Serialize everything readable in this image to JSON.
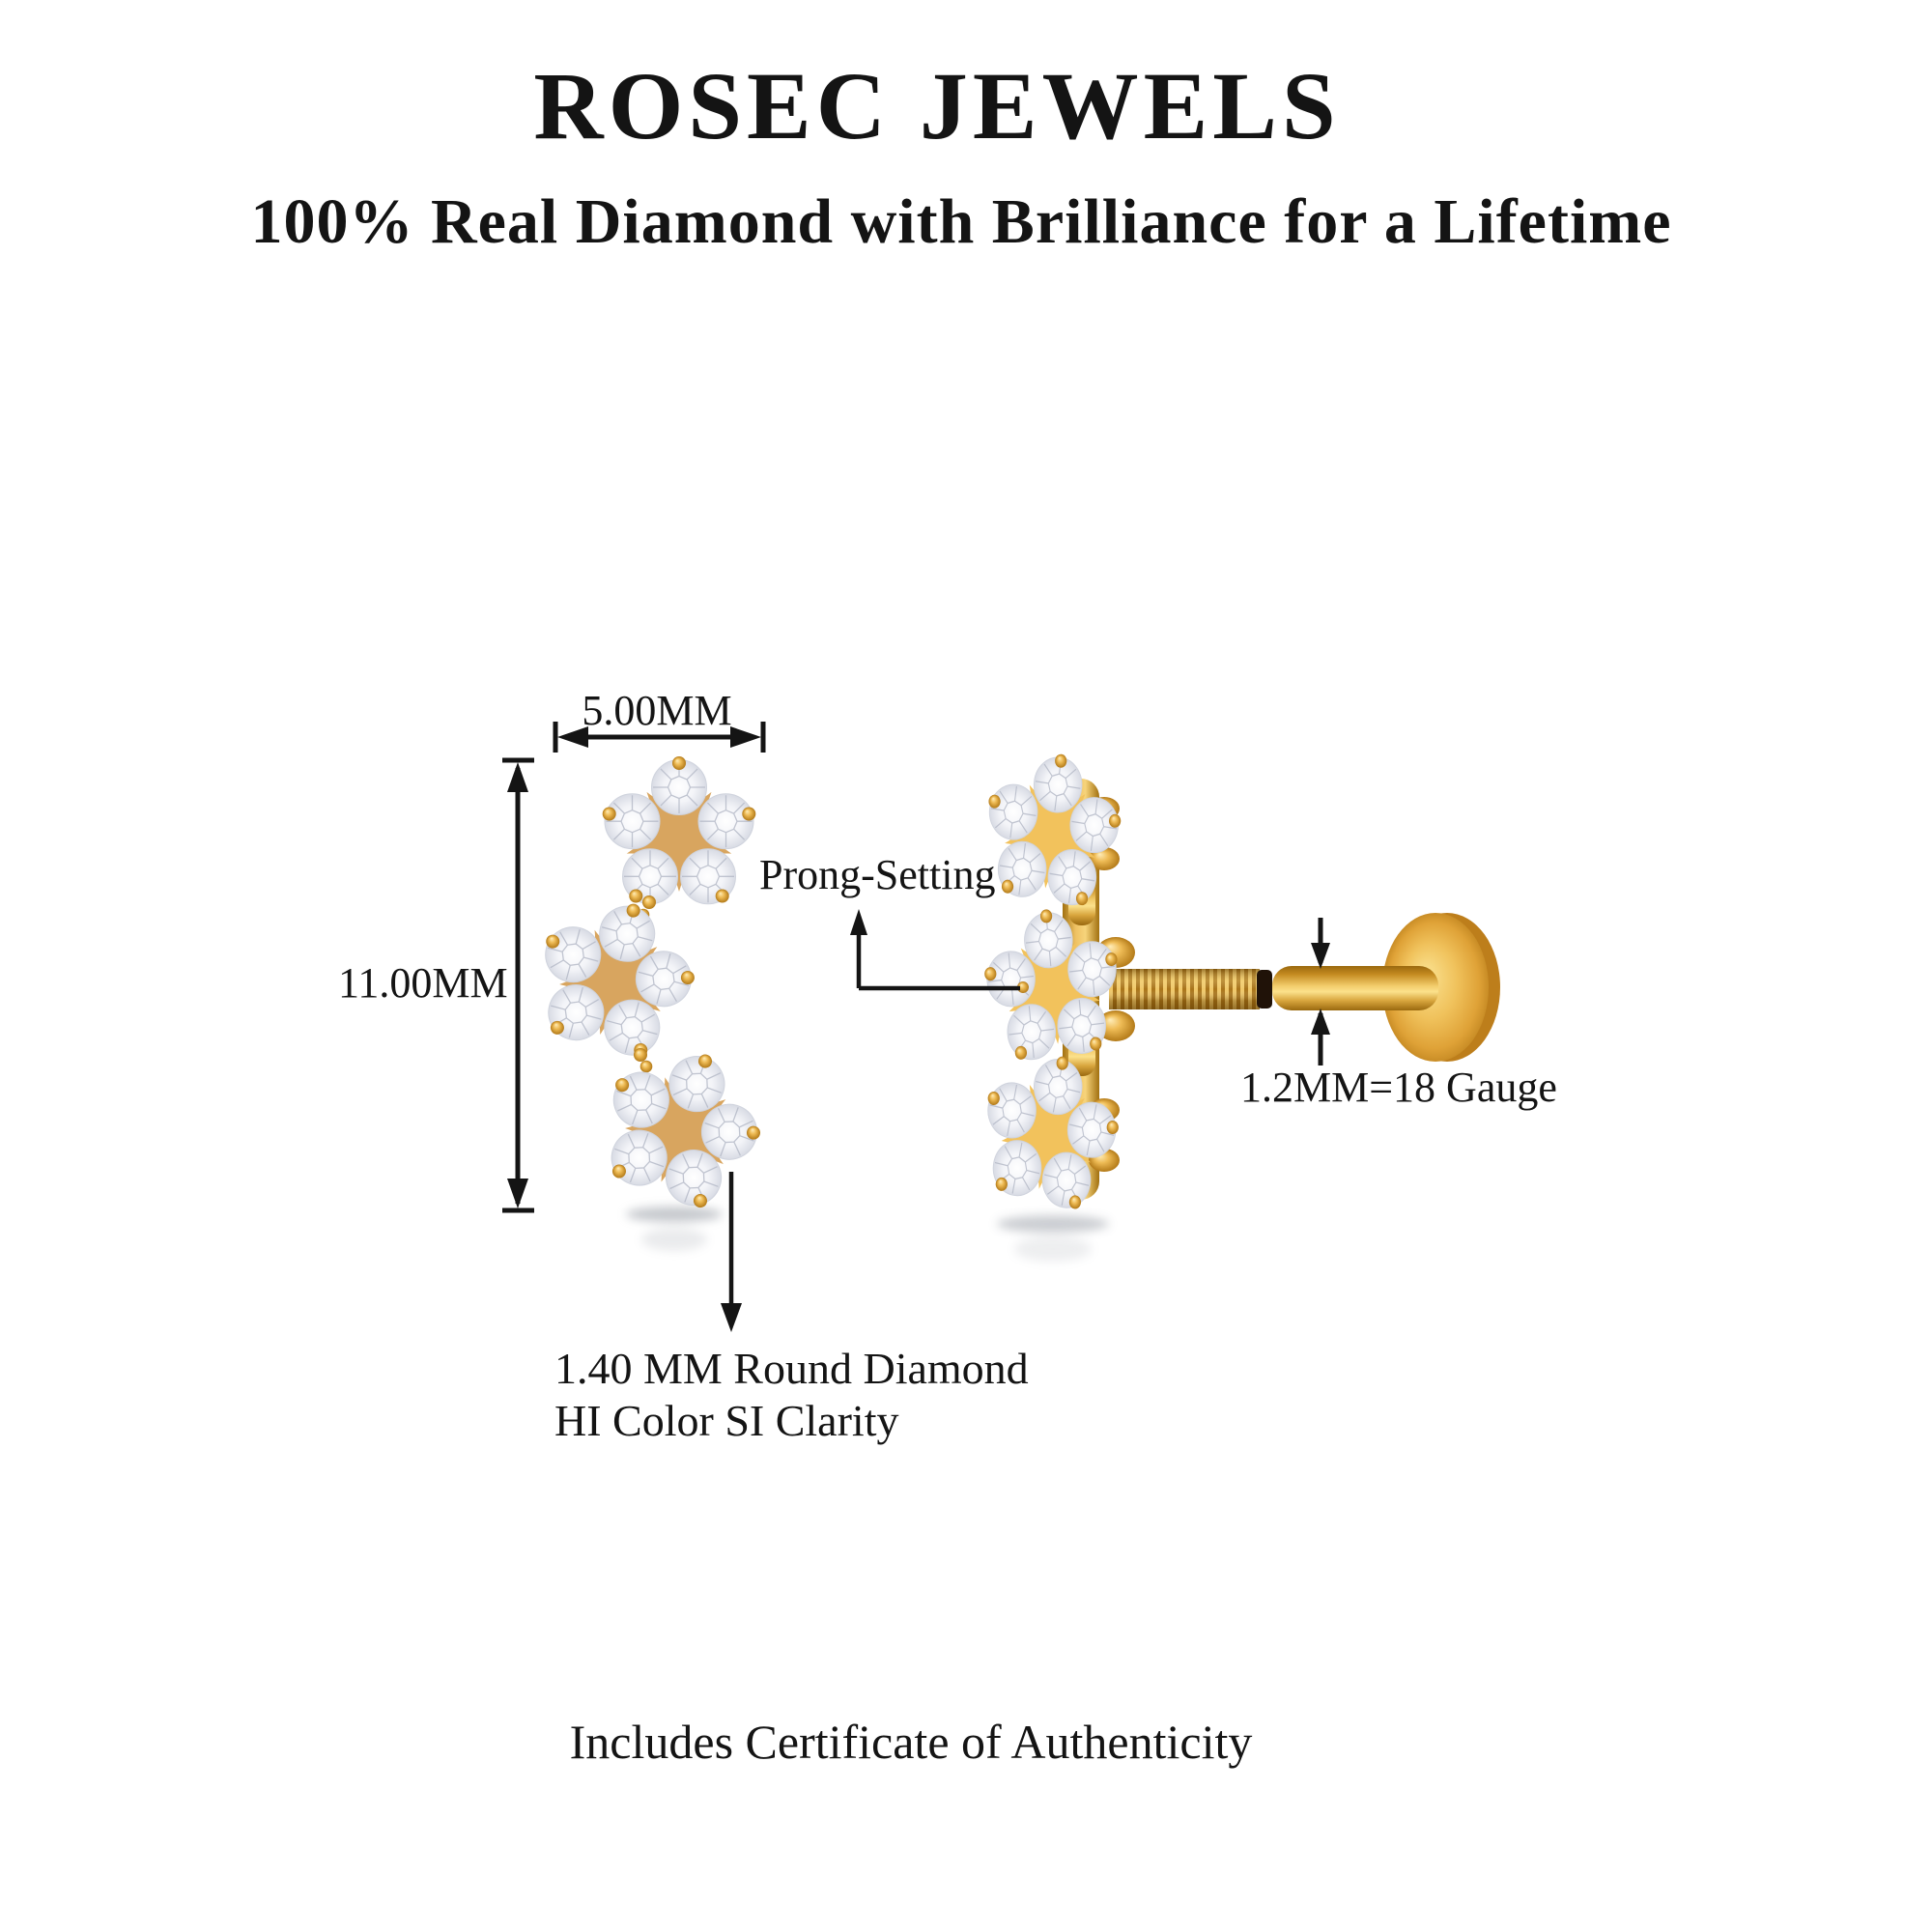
{
  "brand": {
    "title": "ROSEC JEWELS",
    "tagline": "100% Real Diamond with Brilliance for a Lifetime"
  },
  "annotations": {
    "width_label": "5.00MM",
    "height_label": "11.00MM",
    "prong_label": "Prong-Setting",
    "gauge_label": "1.2MM=18 Gauge",
    "diamond_spec_line1": "1.40 MM Round Diamond",
    "diamond_spec_line2": "HI Color SI Clarity"
  },
  "footer": {
    "certificate_note": "Includes Certificate of Authenticity"
  },
  "product": {
    "views": [
      "front-view-earring",
      "side-view-earring"
    ],
    "flower_clusters_per_earring": 3,
    "diamonds_per_cluster": 5
  },
  "colors": {
    "text": "#141414",
    "background": "#ffffff",
    "gold_light": "#fbe18c",
    "gold_mid": "#e9b44c",
    "gold_dark": "#b07c1e",
    "gold_deep": "#9a690f",
    "star_front": "#d8a55f",
    "star_side": "#f2c25c",
    "diamond_base": "#f3f4f8",
    "diamond_edge": "#d8dbe4",
    "diamond_facet": "#b3b8c6",
    "oring": "#201208",
    "shadow": "#8d939c"
  }
}
